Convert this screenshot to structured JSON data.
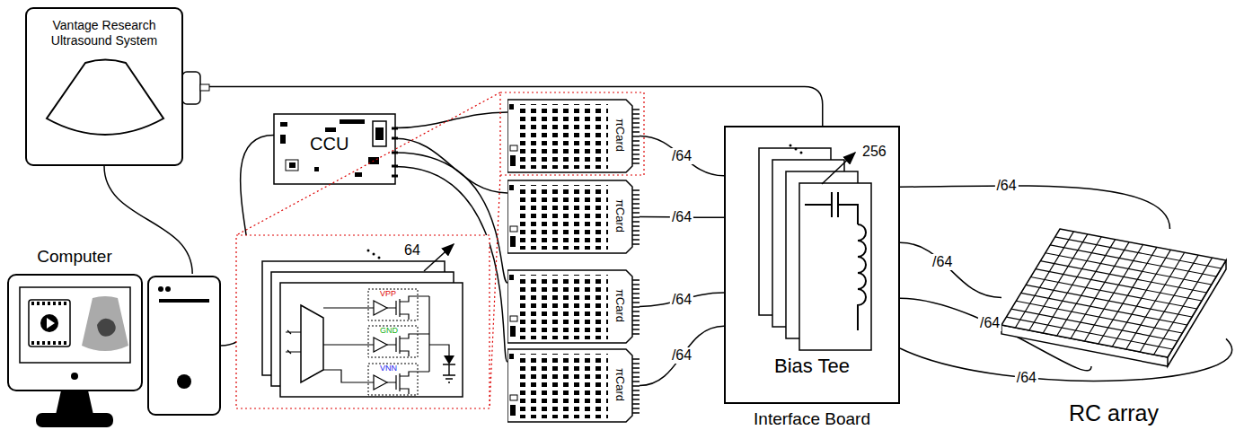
{
  "diagram": {
    "nodes": [
      {
        "text": [
          "Vantage Research Ultrasound System"
        ]
      },
      {
        "text": [
          "Computer"
        ]
      },
      {
        "text": [
          "CCU"
        ]
      },
      {
        "text": [
          "πCard"
        ]
      },
      {
        "text": [
          "πCard"
        ]
      },
      {
        "text": [
          "πCard"
        ]
      },
      {
        "text": [
          "πCard"
        ]
      },
      {
        "text": [
          "Bias Tee",
          "Interface Board"
        ]
      },
      {
        "text": [
          "RC array"
        ]
      }
    ],
    "edges": [
      {
        "from": 0,
        "to": 1,
        "arrow": "none"
      },
      {
        "from": 1,
        "to": 2,
        "arrow": "none"
      },
      {
        "from": 2,
        "to": 3,
        "arrow": "none"
      },
      {
        "from": 2,
        "to": 4,
        "arrow": "none"
      },
      {
        "from": 2,
        "to": 5,
        "arrow": "none"
      },
      {
        "from": 2,
        "to": 6,
        "arrow": "none"
      },
      {
        "from": 3,
        "to": 7,
        "label": "/64",
        "arrow": "none"
      },
      {
        "from": 4,
        "to": 7,
        "label": "/64",
        "arrow": "none"
      },
      {
        "from": 5,
        "to": 7,
        "label": "/64",
        "arrow": "none"
      },
      {
        "from": 6,
        "to": 7,
        "label": "/64",
        "arrow": "none"
      },
      {
        "from": 0,
        "to": 7,
        "arrow": "none"
      },
      {
        "from": 7,
        "to": 8,
        "label": "/64",
        "arrow": "none"
      },
      {
        "from": 7,
        "to": 8,
        "label": "/64",
        "arrow": "none"
      },
      {
        "from": 7,
        "to": 8,
        "label": "/64",
        "arrow": "none"
      },
      {
        "from": 7,
        "to": 8,
        "label": "/64",
        "arrow": "none"
      }
    ],
    "labels": [
      "64",
      "VPP",
      "GND",
      "VNN",
      "256"
    ]
  }
}
